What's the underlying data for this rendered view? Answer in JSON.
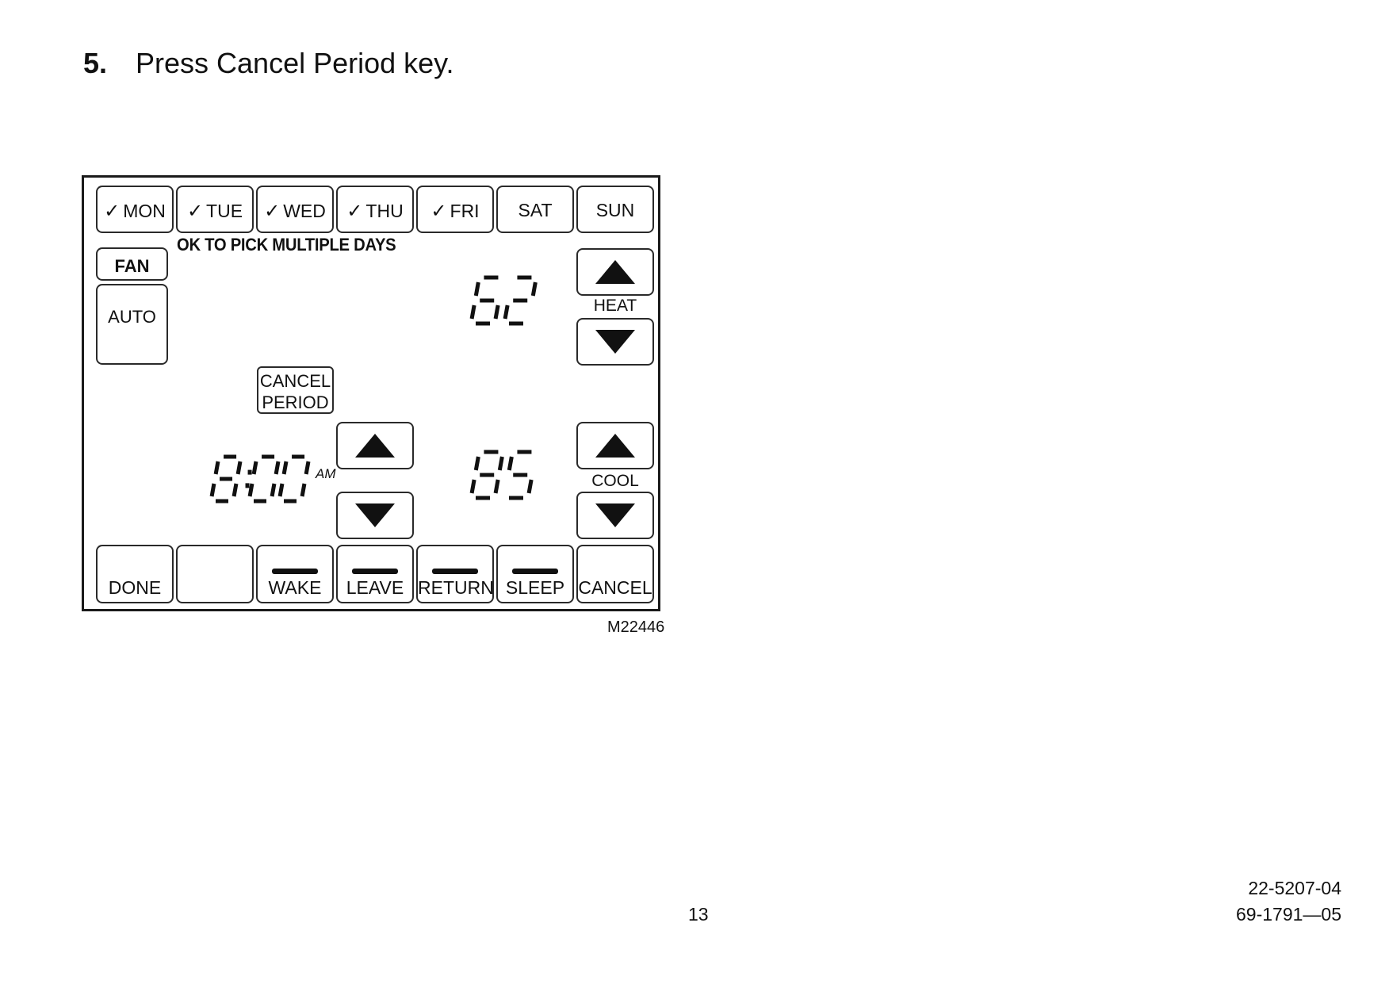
{
  "instruction": {
    "number": "5.",
    "text": "Press Cancel Period key."
  },
  "thermostat": {
    "days": [
      {
        "label": "MON",
        "checked": true
      },
      {
        "label": "TUE",
        "checked": true
      },
      {
        "label": "WED",
        "checked": true
      },
      {
        "label": "THU",
        "checked": true
      },
      {
        "label": "FRI",
        "checked": true
      },
      {
        "label": "SAT",
        "checked": false
      },
      {
        "label": "SUN",
        "checked": false
      }
    ],
    "check_mark": "✓",
    "hint": "OK TO PICK MULTIPLE DAYS",
    "fan": {
      "label": "FAN",
      "mode": "AUTO"
    },
    "cancel_period": {
      "line1": "CANCEL",
      "line2": "PERIOD"
    },
    "heat": {
      "setpoint": "62",
      "label": "HEAT"
    },
    "cool": {
      "setpoint": "85",
      "label": "COOL"
    },
    "time": {
      "value": "8:00",
      "ampm": "AM"
    },
    "bottom_keys": {
      "done": "DONE",
      "blank": "",
      "wake": "WAKE",
      "leave": "LEAVE",
      "return": "RETURN",
      "sleep": "SLEEP",
      "cancel": "CANCEL"
    },
    "icons": {
      "up": "triangle-up-icon",
      "down": "triangle-down-icon"
    }
  },
  "figure_id": "M22446",
  "page_number": "13",
  "doc_numbers": {
    "line1": "22-5207-04",
    "line2": "69-1791—05"
  }
}
